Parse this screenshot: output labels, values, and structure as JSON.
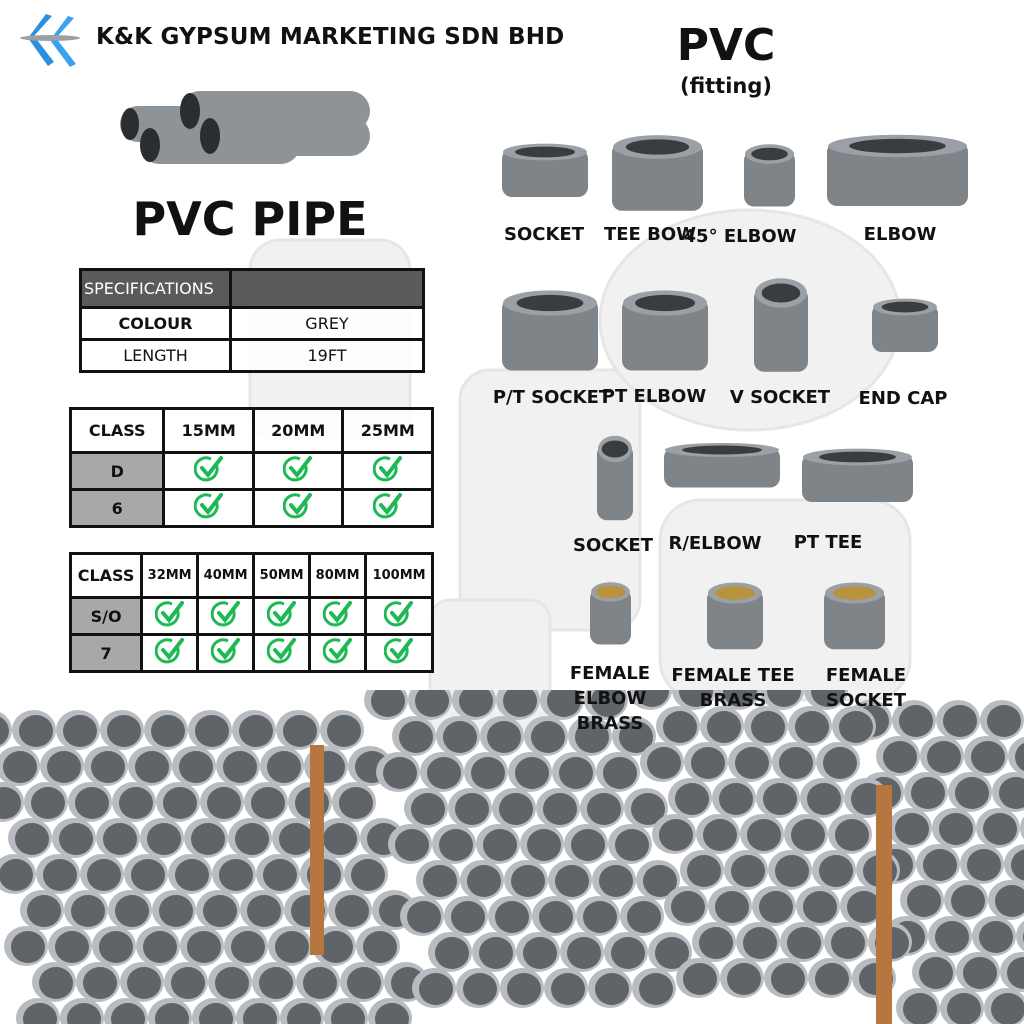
{
  "header": {
    "company": "K&K GYPSUM MARKETING SDN BHD",
    "logo": "kk-chevron-logo",
    "title": "PVC",
    "subtitle": "(fitting)"
  },
  "pipe": {
    "title": "PVC PIPE",
    "specs": {
      "header": "SPECIFICATIONS",
      "rows": [
        {
          "label": "COLOUR",
          "value": "GREY"
        },
        {
          "label": "LENGTH",
          "value": "19FT"
        }
      ]
    },
    "class_table_1": {
      "headers": [
        "CLASS",
        "15MM",
        "20MM",
        "25MM"
      ],
      "rows": [
        {
          "class": "D",
          "available": [
            true,
            true,
            true
          ]
        },
        {
          "class": "6",
          "available": [
            true,
            true,
            true
          ]
        }
      ]
    },
    "class_table_2": {
      "headers": [
        "CLASS",
        "32MM",
        "40MM",
        "50MM",
        "80MM",
        "100MM"
      ],
      "rows": [
        {
          "class": "S/O",
          "available": [
            true,
            true,
            true,
            true,
            true
          ]
        },
        {
          "class": "7",
          "available": [
            true,
            true,
            true,
            true,
            true
          ]
        }
      ]
    }
  },
  "fittings": [
    {
      "label": "SOCKET"
    },
    {
      "label": "TEE BOW"
    },
    {
      "label": "45° ELBOW"
    },
    {
      "label": "ELBOW"
    },
    {
      "label": "P/T SOCKET"
    },
    {
      "label": "PT ELBOW"
    },
    {
      "label": "V SOCKET"
    },
    {
      "label": "END CAP"
    },
    {
      "label": "SOCKET"
    },
    {
      "label": "R/ELBOW"
    },
    {
      "label": "PT TEE"
    },
    {
      "label": "FEMALE\nELBOW\nBRASS"
    },
    {
      "label": "FEMALE TEE\nBRASS"
    },
    {
      "label": "FEMALE\nSOCKET"
    }
  ],
  "colors": {
    "check": "#1db954",
    "header_bg": "#5b5a58",
    "class_bg": "#a8a8a8",
    "pipe_grey": "#8d9196"
  }
}
